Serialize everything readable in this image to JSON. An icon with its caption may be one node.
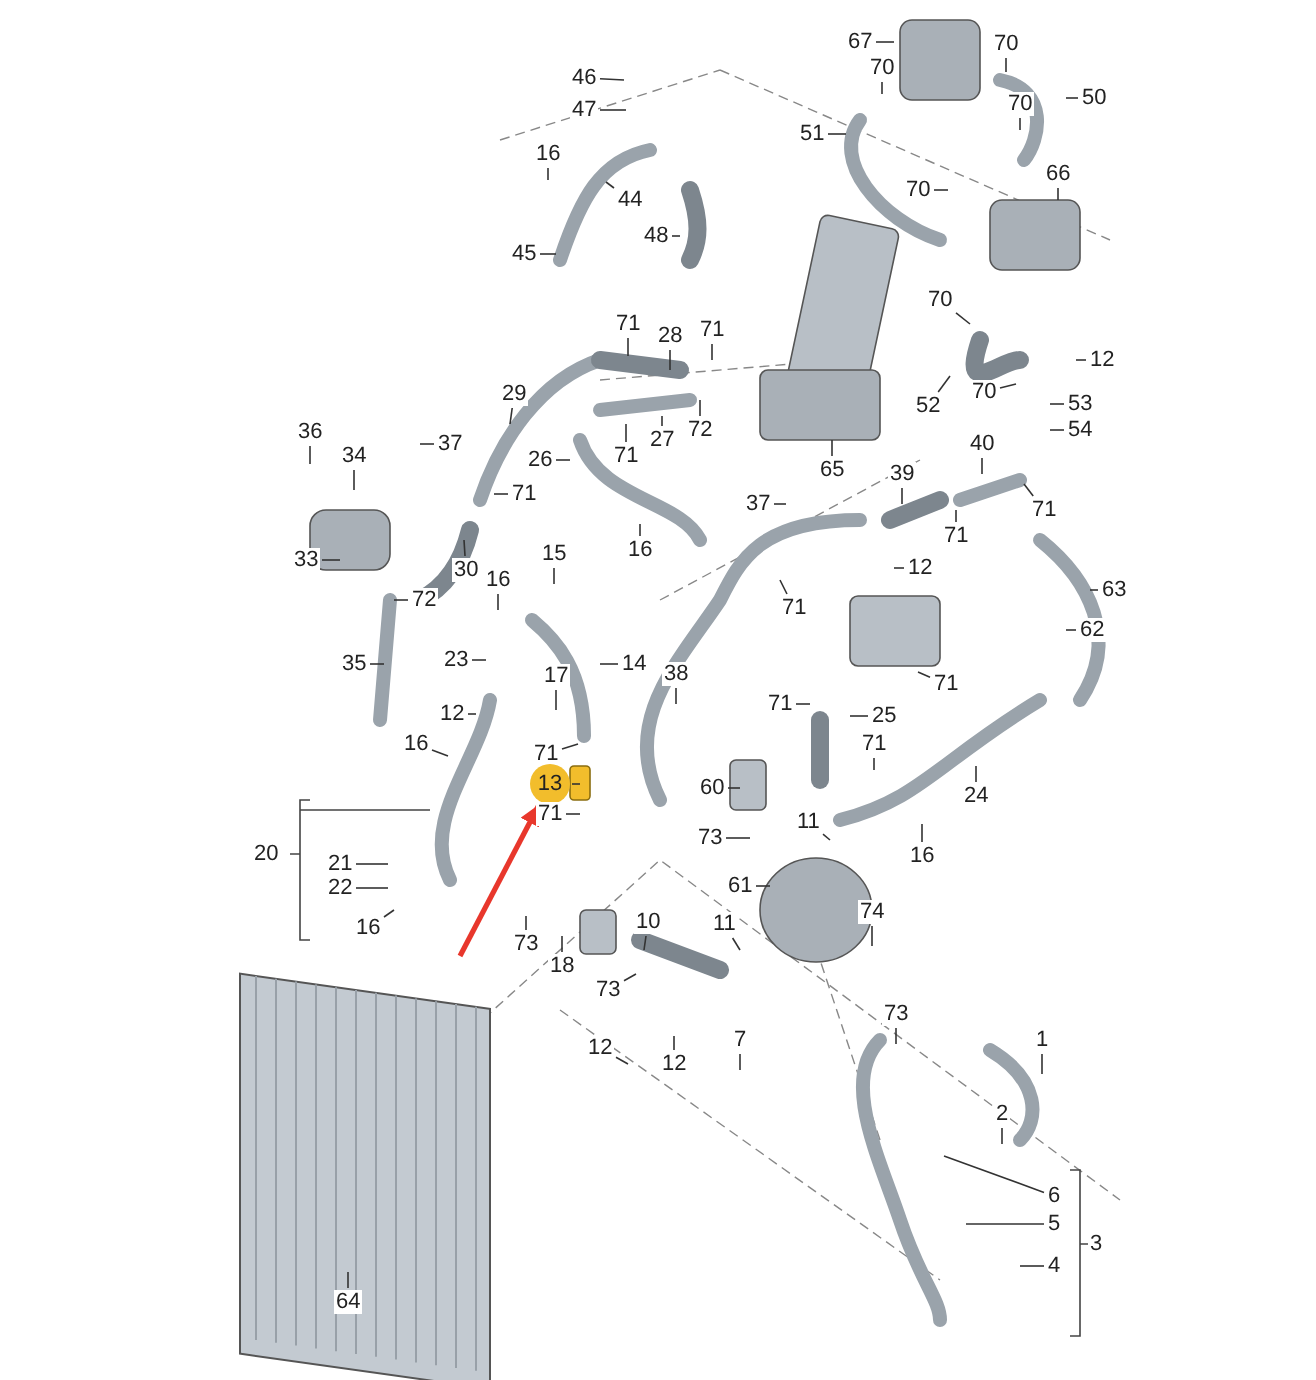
{
  "diagram": {
    "nodes": [
      {
        "text": [
          "46"
        ]
      },
      {
        "text": [
          "47"
        ]
      },
      {
        "text": [
          "16"
        ]
      },
      {
        "text": [
          "44"
        ]
      },
      {
        "text": [
          "45"
        ]
      },
      {
        "text": [
          "48"
        ]
      },
      {
        "text": [
          "67"
        ]
      },
      {
        "text": [
          "70"
        ]
      },
      {
        "text": [
          "70"
        ]
      },
      {
        "text": [
          "50"
        ]
      },
      {
        "text": [
          "70"
        ]
      },
      {
        "text": [
          "51"
        ]
      },
      {
        "text": [
          "70"
        ]
      },
      {
        "text": [
          "66"
        ]
      },
      {
        "text": [
          "70"
        ]
      },
      {
        "text": [
          "12"
        ]
      },
      {
        "text": [
          "70"
        ]
      },
      {
        "text": [
          "52"
        ]
      },
      {
        "text": [
          "53"
        ]
      },
      {
        "text": [
          "54"
        ]
      },
      {
        "text": [
          "71"
        ]
      },
      {
        "text": [
          "28"
        ]
      },
      {
        "text": [
          "71"
        ]
      },
      {
        "text": [
          "29"
        ]
      },
      {
        "text": [
          "72"
        ]
      },
      {
        "text": [
          "27"
        ]
      },
      {
        "text": [
          "71"
        ]
      },
      {
        "text": [
          "26"
        ]
      },
      {
        "text": [
          "36"
        ]
      },
      {
        "text": [
          "37"
        ]
      },
      {
        "text": [
          "34"
        ]
      },
      {
        "text": [
          "65"
        ]
      },
      {
        "text": [
          "40"
        ]
      },
      {
        "text": [
          "39"
        ]
      },
      {
        "text": [
          "71"
        ]
      },
      {
        "text": [
          "71"
        ]
      },
      {
        "text": [
          "37"
        ]
      },
      {
        "text": [
          "71"
        ]
      },
      {
        "text": [
          "16"
        ]
      },
      {
        "text": [
          "33"
        ]
      },
      {
        "text": [
          "30"
        ]
      },
      {
        "text": [
          "15"
        ]
      },
      {
        "text": [
          "12"
        ]
      },
      {
        "text": [
          "16"
        ]
      },
      {
        "text": [
          "63"
        ]
      },
      {
        "text": [
          "72"
        ]
      },
      {
        "text": [
          "71"
        ]
      },
      {
        "text": [
          "62"
        ]
      },
      {
        "text": [
          "35"
        ]
      },
      {
        "text": [
          "23"
        ]
      },
      {
        "text": [
          "14"
        ]
      },
      {
        "text": [
          "38"
        ]
      },
      {
        "text": [
          "17"
        ]
      },
      {
        "text": [
          "71"
        ]
      },
      {
        "text": [
          "71"
        ]
      },
      {
        "text": [
          "12"
        ]
      },
      {
        "text": [
          "25"
        ]
      },
      {
        "text": [
          "16"
        ]
      },
      {
        "text": [
          "71"
        ]
      },
      {
        "text": [
          "71"
        ]
      },
      {
        "text": [
          "13"
        ]
      },
      {
        "text": [
          "60"
        ]
      },
      {
        "text": [
          "24"
        ]
      },
      {
        "text": [
          "71"
        ]
      },
      {
        "text": [
          "11"
        ]
      },
      {
        "text": [
          "73"
        ]
      },
      {
        "text": [
          "16"
        ]
      },
      {
        "text": [
          "21"
        ]
      },
      {
        "text": [
          "22"
        ]
      },
      {
        "text": [
          "61"
        ]
      },
      {
        "text": [
          "74"
        ]
      },
      {
        "text": [
          "11"
        ]
      },
      {
        "text": [
          "10"
        ]
      },
      {
        "text": [
          "16"
        ]
      },
      {
        "text": [
          "73"
        ]
      },
      {
        "text": [
          "18"
        ]
      },
      {
        "text": [
          "73"
        ]
      },
      {
        "text": [
          "73"
        ]
      },
      {
        "text": [
          "12"
        ]
      },
      {
        "text": [
          "1"
        ]
      },
      {
        "text": [
          "12"
        ]
      },
      {
        "text": [
          "7"
        ]
      },
      {
        "text": [
          "2"
        ]
      },
      {
        "text": [
          "6"
        ]
      },
      {
        "text": [
          "5"
        ]
      },
      {
        "text": [
          "4"
        ]
      },
      {
        "text": [
          "64"
        ]
      },
      {
        "text": [
          "20"
        ]
      },
      {
        "text": [
          "3"
        ]
      }
    ],
    "edges": [
      {
        "from": 0,
        "to": null,
        "arrow": "none"
      },
      {
        "from": 1,
        "to": null,
        "arrow": "none"
      },
      {
        "from": 2,
        "to": null,
        "arrow": "none"
      },
      {
        "from": 3,
        "to": null,
        "arrow": "none"
      },
      {
        "from": 4,
        "to": null,
        "arrow": "none"
      },
      {
        "from": 5,
        "to": null,
        "arrow": "none"
      },
      {
        "from": 6,
        "to": null,
        "arrow": "none"
      },
      {
        "from": 7,
        "to": null,
        "arrow": "none"
      },
      {
        "from": 8,
        "to": null,
        "arrow": "none"
      },
      {
        "from": 9,
        "to": null,
        "arrow": "none"
      },
      {
        "from": 10,
        "to": null,
        "arrow": "none"
      },
      {
        "from": 11,
        "to": null,
        "arrow": "none"
      },
      {
        "from": 12,
        "to": null,
        "arrow": "none"
      },
      {
        "from": 13,
        "to": null,
        "arrow": "none"
      },
      {
        "from": 14,
        "to": null,
        "arrow": "none"
      },
      {
        "from": 15,
        "to": null,
        "arrow": "none"
      },
      {
        "from": 16,
        "to": null,
        "arrow": "none"
      },
      {
        "from": 17,
        "to": null,
        "arrow": "none"
      },
      {
        "from": 18,
        "to": null,
        "arrow": "none"
      },
      {
        "from": 19,
        "to": null,
        "arrow": "none"
      },
      {
        "from": 20,
        "to": null,
        "arrow": "none"
      },
      {
        "from": 21,
        "to": null,
        "arrow": "none"
      },
      {
        "from": 22,
        "to": null,
        "arrow": "none"
      },
      {
        "from": 23,
        "to": null,
        "arrow": "none"
      },
      {
        "from": 24,
        "to": null,
        "arrow": "none"
      },
      {
        "from": 25,
        "to": null,
        "arrow": "none"
      },
      {
        "from": 26,
        "to": null,
        "arrow": "none"
      },
      {
        "from": 27,
        "to": null,
        "arrow": "none"
      },
      {
        "from": 28,
        "to": null,
        "arrow": "none"
      },
      {
        "from": 29,
        "to": null,
        "arrow": "none"
      },
      {
        "from": 30,
        "to": null,
        "arrow": "none"
      },
      {
        "from": 31,
        "to": null,
        "arrow": "none"
      },
      {
        "from": 32,
        "to": null,
        "arrow": "none"
      },
      {
        "from": 33,
        "to": null,
        "arrow": "none"
      },
      {
        "from": 34,
        "to": null,
        "arrow": "none"
      },
      {
        "from": 35,
        "to": null,
        "arrow": "none"
      },
      {
        "from": 36,
        "to": null,
        "arrow": "none"
      },
      {
        "from": 37,
        "to": null,
        "arrow": "none"
      },
      {
        "from": 38,
        "to": null,
        "arrow": "none"
      },
      {
        "from": 39,
        "to": null,
        "arrow": "none"
      },
      {
        "from": 40,
        "to": null,
        "arrow": "none"
      },
      {
        "from": 41,
        "to": null,
        "arrow": "none"
      },
      {
        "from": 42,
        "to": null,
        "arrow": "none"
      },
      {
        "from": 43,
        "to": null,
        "arrow": "none"
      },
      {
        "from": 44,
        "to": null,
        "arrow": "none"
      },
      {
        "from": 45,
        "to": null,
        "arrow": "none"
      },
      {
        "from": 46,
        "to": null,
        "arrow": "none"
      },
      {
        "from": 47,
        "to": null,
        "arrow": "none"
      },
      {
        "from": 48,
        "to": null,
        "arrow": "none"
      },
      {
        "from": 49,
        "to": null,
        "arrow": "none"
      },
      {
        "from": 50,
        "to": null,
        "arrow": "none"
      },
      {
        "from": 51,
        "to": null,
        "arrow": "none"
      },
      {
        "from": 52,
        "to": null,
        "arrow": "none"
      },
      {
        "from": 53,
        "to": null,
        "arrow": "none"
      },
      {
        "from": 54,
        "to": null,
        "arrow": "none"
      },
      {
        "from": 55,
        "to": null,
        "arrow": "none"
      },
      {
        "from": 56,
        "to": null,
        "arrow": "none"
      },
      {
        "from": 57,
        "to": null,
        "arrow": "none"
      },
      {
        "from": 58,
        "to": null,
        "arrow": "none"
      },
      {
        "from": 59,
        "to": null,
        "arrow": "none"
      },
      {
        "from": 60,
        "to": null,
        "arrow": "none"
      },
      {
        "from": 61,
        "to": null,
        "arrow": "none"
      },
      {
        "from": 62,
        "to": null,
        "arrow": "none"
      },
      {
        "from": 63,
        "to": null,
        "arrow": "none"
      },
      {
        "from": 64,
        "to": null,
        "arrow": "none"
      },
      {
        "from": 65,
        "to": null,
        "arrow": "none"
      },
      {
        "from": 66,
        "to": null,
        "arrow": "none"
      },
      {
        "from": 67,
        "to": null,
        "arrow": "none"
      },
      {
        "from": 68,
        "to": null,
        "arrow": "none"
      },
      {
        "from": 69,
        "to": null,
        "arrow": "none"
      },
      {
        "from": 70,
        "to": null,
        "arrow": "none"
      },
      {
        "from": 71,
        "to": null,
        "arrow": "none"
      },
      {
        "from": 72,
        "to": null,
        "arrow": "none"
      },
      {
        "from": 73,
        "to": null,
        "arrow": "none"
      },
      {
        "from": 74,
        "to": null,
        "arrow": "none"
      },
      {
        "from": 75,
        "to": null,
        "arrow": "none"
      },
      {
        "from": 76,
        "to": null,
        "arrow": "none"
      },
      {
        "from": 77,
        "to": null,
        "arrow": "none"
      },
      {
        "from": 78,
        "to": null,
        "arrow": "none"
      },
      {
        "from": 79,
        "to": null,
        "arrow": "none"
      },
      {
        "from": 80,
        "to": null,
        "arrow": "none"
      },
      {
        "from": 81,
        "to": null,
        "arrow": "none"
      },
      {
        "from": 82,
        "to": null,
        "arrow": "none"
      },
      {
        "from": 83,
        "to": null,
        "arrow": "none"
      },
      {
        "from": 84,
        "to": null,
        "arrow": "none"
      },
      {
        "from": 85,
        "to": null,
        "arrow": "none"
      },
      {
        "from": 86,
        "to": null,
        "arrow": "none"
      },
      {
        "from": null,
        "to": 60,
        "arrow": "to",
        "style": "thick",
        "color": "#e8372c"
      }
    ]
  }
}
